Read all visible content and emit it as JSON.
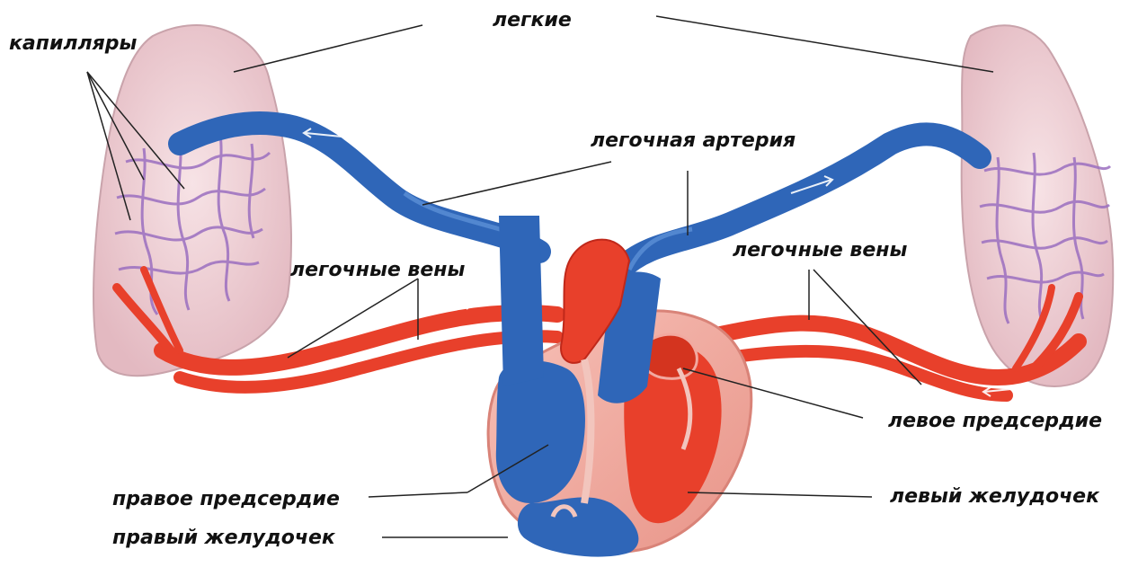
{
  "labels": {
    "lungs": "легкие",
    "capillaries": "капилляры",
    "pulmonary_artery": "легочная артерия",
    "pulmonary_veins_left": "легочные вены",
    "pulmonary_veins_right": "легочные вены",
    "left_atrium": "левое предсердие",
    "left_ventricle": "левый желудочек",
    "right_atrium": "правое предсердие",
    "right_ventricle": "правый желудочек"
  },
  "colors": {
    "lung": "#f0d4d9",
    "lung_edge": "#c9a3ab",
    "venous_blue": "#2f66b8",
    "arterial_red": "#e8402b",
    "capillary_purple": "#9b6fc0",
    "heart_wall": "#f2a9a0",
    "leader_line": "#222222"
  }
}
